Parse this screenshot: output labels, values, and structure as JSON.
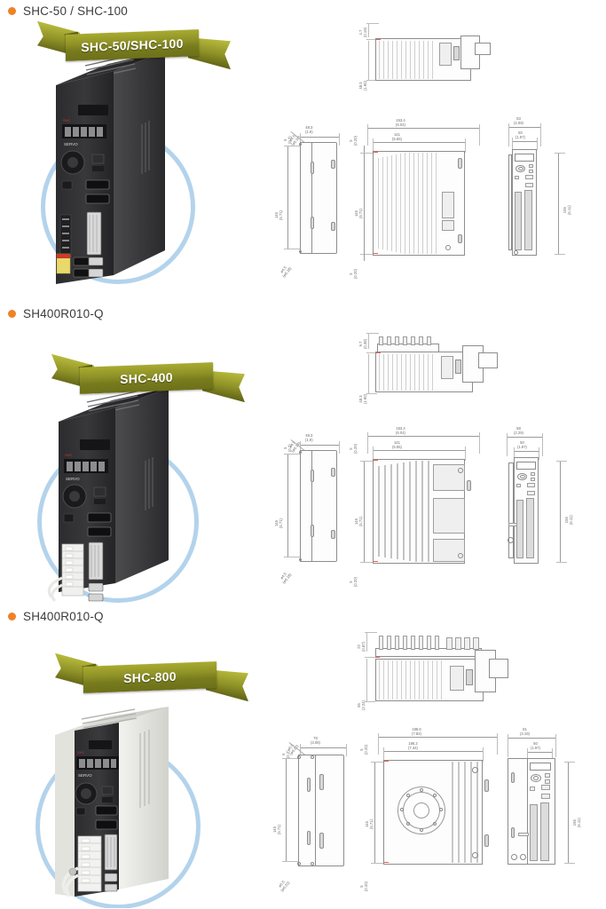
{
  "page": {
    "background": "#ffffff",
    "bullet_color": "#f08226",
    "heading_color": "#3b3b3b",
    "ribbon_color": "#8f9227",
    "ring_color": "#b3d3ec",
    "dimension_text_color": "#6a6a6a"
  },
  "sections": [
    {
      "id": "shc-50-100",
      "heading": "SHC-50 / SHC-100",
      "bullet_icon": "bullet-dot-icon",
      "ribbon_label": "SHC-50/SHC-100",
      "photo_alt": "SHC-50/SHC-100 servo drive front three-quarter view",
      "drawings": [
        {
          "name": "top-view",
          "dims": [
            {
              "value": "4.7",
              "inch": "(0.19)",
              "orient": "vertical"
            },
            {
              "value": "48.3",
              "inch": "(1.90)",
              "orient": "vertical"
            }
          ]
        },
        {
          "name": "side-view",
          "dims": [
            {
              "value": "48.3",
              "inch": "(1.9)",
              "orient": "horizontal"
            },
            {
              "value": "145",
              "inch": "(5.71)",
              "orient": "vertical"
            },
            {
              "value": "5",
              "inch": "(0.2)",
              "orient": "vertical"
            },
            {
              "value": "Ø4.5",
              "inch": "(Ø0.18)",
              "orient": "diagonal"
            },
            {
              "value": "Ø4.5",
              "inch": "(Ø0.18)",
              "orient": "diagonal"
            }
          ]
        },
        {
          "name": "back-view",
          "dims": [
            {
              "value": "153.4",
              "inch": "(6.04)",
              "orient": "horizontal"
            },
            {
              "value": "141",
              "inch": "(5.55)",
              "orient": "horizontal"
            },
            {
              "value": "5",
              "inch": "(0.20)",
              "orient": "vertical"
            },
            {
              "value": "145",
              "inch": "(5.71)",
              "orient": "vertical"
            },
            {
              "value": "5",
              "inch": "(0.20)",
              "orient": "vertical"
            }
          ]
        },
        {
          "name": "front-view",
          "dims": [
            {
              "value": "53",
              "inch": "(2.09)",
              "orient": "horizontal"
            },
            {
              "value": "50",
              "inch": "(1.97)",
              "orient": "horizontal"
            },
            {
              "value": "155",
              "inch": "(6.11)",
              "orient": "vertical"
            }
          ]
        }
      ]
    },
    {
      "id": "sh400r010-q-400",
      "heading": "SH400R010-Q",
      "bullet_icon": "bullet-dot-icon",
      "ribbon_label": "SHC-400",
      "photo_alt": "SHC-400 servo drive front three-quarter view with terminal block",
      "drawings": [
        {
          "name": "top-view",
          "dims": [
            {
              "value": "9.7",
              "inch": "(0.38)",
              "orient": "vertical"
            },
            {
              "value": "48.3",
              "inch": "(1.90)",
              "orient": "vertical"
            }
          ]
        },
        {
          "name": "side-view",
          "dims": [
            {
              "value": "48.3",
              "inch": "(1.9)",
              "orient": "horizontal"
            },
            {
              "value": "145",
              "inch": "(5.71)",
              "orient": "vertical"
            },
            {
              "value": "5",
              "inch": "(0.2)",
              "orient": "vertical"
            },
            {
              "value": "Ø4.5",
              "inch": "(Ø0.18)",
              "orient": "diagonal"
            },
            {
              "value": "Ø4.5",
              "inch": "(Ø0.18)",
              "orient": "diagonal"
            }
          ]
        },
        {
          "name": "back-view",
          "dims": [
            {
              "value": "153.4",
              "inch": "(6.04)",
              "orient": "horizontal"
            },
            {
              "value": "141",
              "inch": "(5.55)",
              "orient": "horizontal"
            },
            {
              "value": "5",
              "inch": "(0.20)",
              "orient": "vertical"
            },
            {
              "value": "145",
              "inch": "(5.71)",
              "orient": "vertical"
            },
            {
              "value": "5",
              "inch": "(0.20)",
              "orient": "vertical"
            }
          ]
        },
        {
          "name": "front-view",
          "dims": [
            {
              "value": "58",
              "inch": "(2.29)",
              "orient": "horizontal"
            },
            {
              "value": "50",
              "inch": "(1.97)",
              "orient": "horizontal"
            },
            {
              "value": "155",
              "inch": "(6.11)",
              "orient": "vertical"
            }
          ]
        }
      ]
    },
    {
      "id": "sh400r010-q-800",
      "heading": "SH400R010-Q",
      "bullet_icon": "bullet-dot-icon",
      "ribbon_label": "SHC-800",
      "photo_alt": "SHC-800 servo drive front three-quarter view, light grey housing",
      "drawings": [
        {
          "name": "top-view",
          "dims": [
            {
              "value": "22",
              "inch": "(0.87)",
              "orient": "vertical"
            },
            {
              "value": "55",
              "inch": "(2.24)",
              "orient": "vertical"
            }
          ]
        },
        {
          "name": "side-view",
          "dims": [
            {
              "value": "78",
              "inch": "(3.08)",
              "orient": "horizontal"
            },
            {
              "value": "145",
              "inch": "(5.71)",
              "orient": "vertical"
            },
            {
              "value": "5",
              "inch": "(0.2)",
              "orient": "vertical"
            },
            {
              "value": "Ø5.5",
              "inch": "(Ø0.22)",
              "orient": "diagonal"
            },
            {
              "value": "Ø5.5",
              "inch": "(Ø0.22)",
              "orient": "diagonal"
            }
          ]
        },
        {
          "name": "back-view",
          "dims": [
            {
              "value": "198.6",
              "inch": "(7.82)",
              "orient": "horizontal"
            },
            {
              "value": "186.2",
              "inch": "(7.34)",
              "orient": "horizontal"
            },
            {
              "value": "5",
              "inch": "(0.20)",
              "orient": "vertical"
            },
            {
              "value": "145",
              "inch": "(5.71)",
              "orient": "vertical"
            },
            {
              "value": "5",
              "inch": "(0.20)",
              "orient": "vertical"
            }
          ]
        },
        {
          "name": "front-view",
          "dims": [
            {
              "value": "81",
              "inch": "(3.19)",
              "orient": "horizontal"
            },
            {
              "value": "50",
              "inch": "(1.97)",
              "orient": "horizontal"
            },
            {
              "value": "155",
              "inch": "(6.11)",
              "orient": "vertical"
            }
          ]
        }
      ]
    }
  ]
}
